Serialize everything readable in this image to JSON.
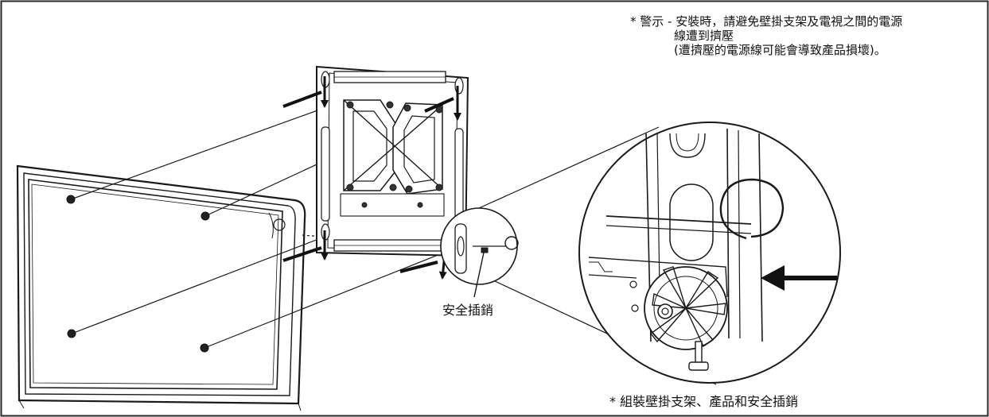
{
  "warning": {
    "line1": "* 警示 - 安裝時，請避免壁掛支架及電視之間的電源",
    "line2": "線遭到擠壓",
    "line3": "(遭擠壓的電源線可能會導致產品損壞)。"
  },
  "labels": {
    "safety_pin": "安全插銷"
  },
  "footer": {
    "assembly_note": "*  組裝壁掛支架、產品和安全插銷"
  },
  "colors": {
    "line": "#1a1a1a",
    "frame": "#2a2a2a",
    "background": "#ffffff"
  }
}
